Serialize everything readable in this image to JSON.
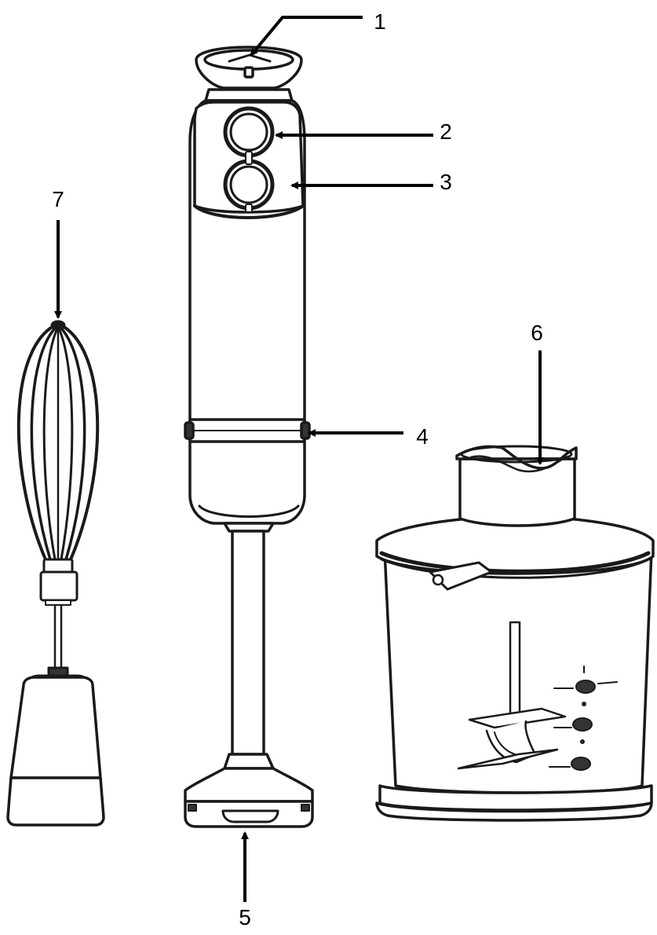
{
  "callouts": [
    {
      "id": "1",
      "label": "1"
    },
    {
      "id": "2",
      "label": "2"
    },
    {
      "id": "3",
      "label": "3"
    },
    {
      "id": "4",
      "label": "4"
    },
    {
      "id": "5",
      "label": "5"
    },
    {
      "id": "6",
      "label": "6"
    },
    {
      "id": "7",
      "label": "7"
    }
  ],
  "colors": {
    "line": "#1a1a1a",
    "fill": "#ffffff",
    "shade": "#444444"
  }
}
